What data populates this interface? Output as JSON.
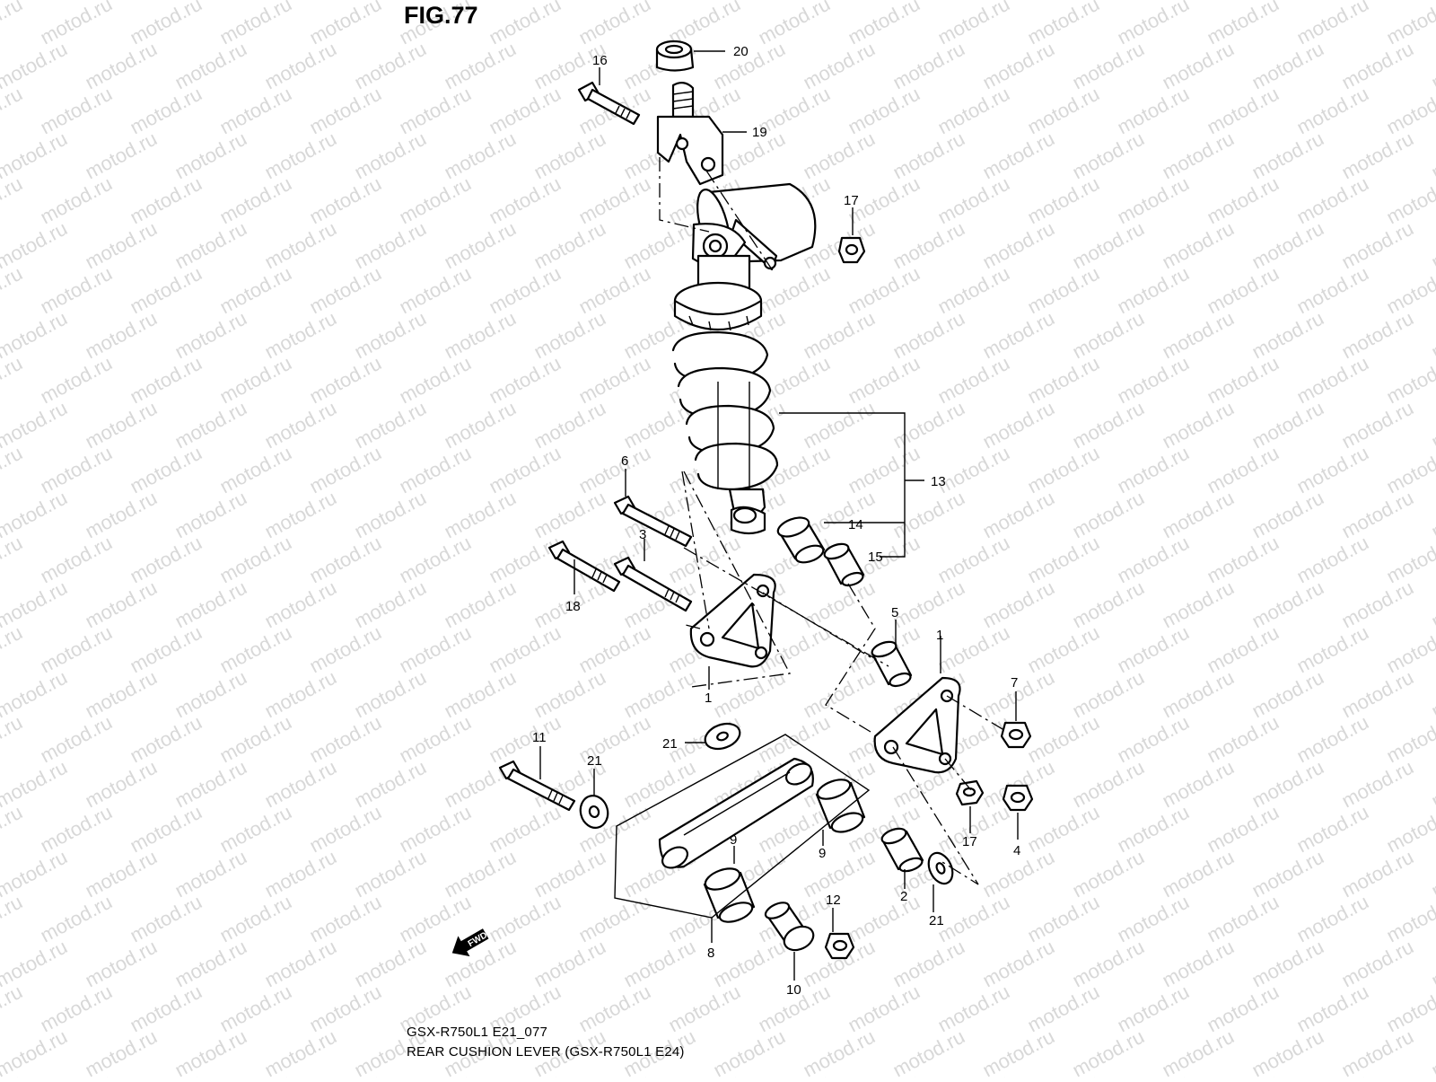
{
  "figure": {
    "title": "FIG.77",
    "code": "GSX-R750L1 E21_077",
    "name": "REAR CUSHION LEVER (GSX-R750L1 E24)"
  },
  "watermark": "motod.ru",
  "fwd_label": "FWD",
  "callouts": {
    "p1a": "1",
    "p1b": "1",
    "p2": "2",
    "p3": "3",
    "p4": "4",
    "p5": "5",
    "p6": "6",
    "p7": "7",
    "p8": "8",
    "p9a": "9",
    "p9b": "9",
    "p10": "10",
    "p11": "11",
    "p12": "12",
    "p13": "13",
    "p14": "14",
    "p15": "15",
    "p16": "16",
    "p17a": "17",
    "p17b": "17",
    "p18": "18",
    "p19": "19",
    "p20": "20",
    "p21a": "21",
    "p21b": "21",
    "p21c": "21"
  }
}
